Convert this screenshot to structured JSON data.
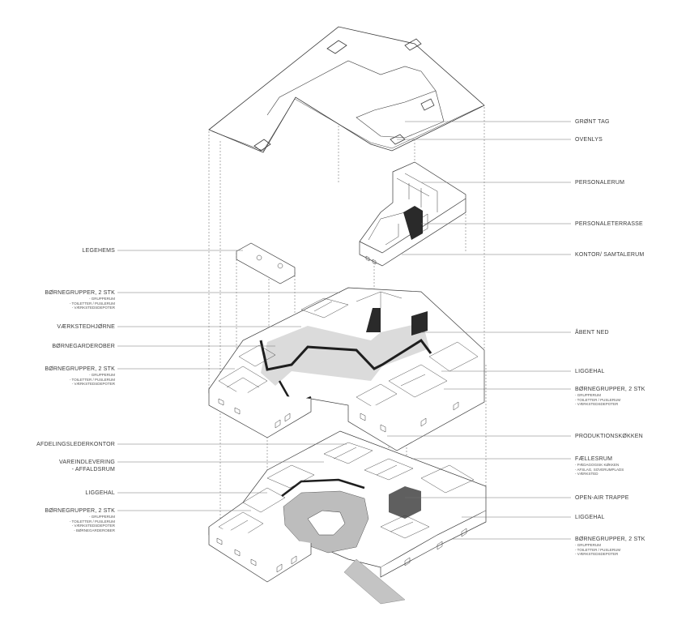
{
  "left_labels": [
    {
      "title": "LEGEHEMS",
      "sub": []
    },
    {
      "title": "BØRNEGRUPPER, 2 STK",
      "sub": [
        "- GRUPPERUM",
        "- TOILETTER / PUSLERUM",
        "- VÆRKSTEDSDEPOTER"
      ]
    },
    {
      "title": "VÆRKSTEDHJØRNE",
      "sub": []
    },
    {
      "title": "BØRNEGARDEROBER",
      "sub": []
    },
    {
      "title": "BØRNEGRUPPER, 2 STK",
      "sub": [
        "- GRUPPERUM",
        "- TOILETTER / PUSLERUM",
        "- VÆRKSTEDSDEPOTER"
      ]
    },
    {
      "title": "AFDELINGSLEDERKONTOR",
      "sub": []
    },
    {
      "title": "VAREINDLEVERING",
      "title2": "- AFFALDSRUM",
      "sub": []
    },
    {
      "title": "LIGGEHAL",
      "sub": []
    },
    {
      "title": "BØRNEGRUPPER, 2 STK",
      "sub": [
        "- GRUPPERUM",
        "- TOILETTER / PUSLERUM",
        "- VÆRKSTEDSDEPOTER",
        "- BØRNEGARDEROBER"
      ]
    }
  ],
  "right_labels": [
    {
      "title": "GRØNT TAG",
      "sub": []
    },
    {
      "title": "OVENLYS",
      "sub": []
    },
    {
      "title": "PERSONALERUM",
      "sub": []
    },
    {
      "title": "PERSONALETERRASSE",
      "sub": []
    },
    {
      "title": "KONTOR/ SAMTALERUM",
      "sub": []
    },
    {
      "title": "ÅBENT NED",
      "sub": []
    },
    {
      "title": "LIGGEHAL",
      "sub": []
    },
    {
      "title": "BØRNEGRUPPER, 2 STK",
      "sub": [
        "- GRUPPERUM",
        "- TOILETTER / PUSLERUM",
        "- VÆRKSTEDSDEPOTER"
      ]
    },
    {
      "title": "PRODUKTIONSKØKKEN",
      "sub": []
    },
    {
      "title": "FÆLLESRUM",
      "sub": [
        "- PÆDAGOGISK KØKKEN",
        "- AFSLAG, SOVERUMPLADS",
        "- VÆRKSTED"
      ]
    },
    {
      "title": "OPEN-AIR TRAPPE",
      "sub": []
    },
    {
      "title": "LIGGEHAL",
      "sub": []
    },
    {
      "title": "BØRNEGRUPPER, 2 STK",
      "sub": [
        "- GRUPPERUM",
        "- TOILETTER / PUSLERUM",
        "- VÆRKSTEDSDEPOTER"
      ]
    }
  ],
  "colors": {
    "line": "#3a3a3a",
    "leader": "#777777",
    "dark": "#1e1e1e",
    "floor": "#bdbdbd",
    "ramp": "#c4c4c4"
  }
}
